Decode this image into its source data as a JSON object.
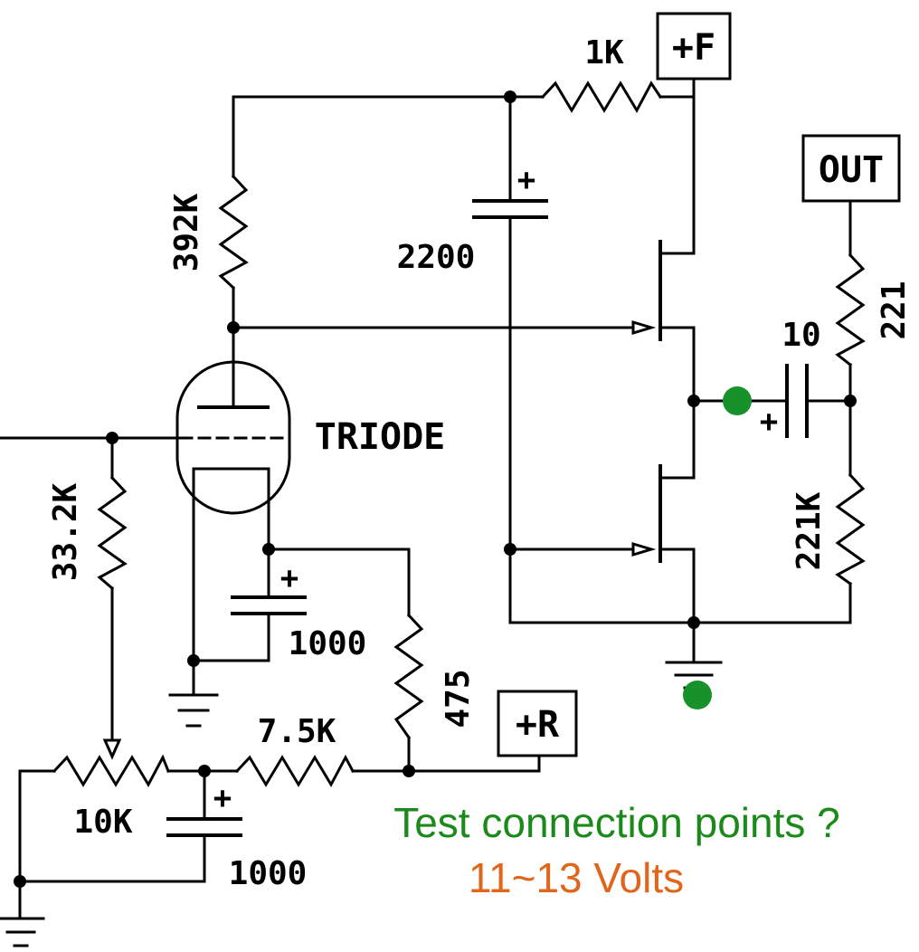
{
  "terminals": {
    "plus_f": "+F",
    "out": "OUT",
    "plus_r": "+R"
  },
  "components": {
    "r_1k": "1K",
    "r_392k": "392K",
    "c_2200": "2200",
    "c_2200_polarity": "+",
    "tube_label": "TRIODE",
    "c_10": "10",
    "c_10_polarity": "+",
    "r_221": "221",
    "r_221k": "221K",
    "r_33_2k": "33.2K",
    "c_1000_cathode": "1000",
    "c_1000_cathode_polarity": "+",
    "r_475": "475",
    "r_7_5k": "7.5K",
    "pot_10k": "10K",
    "c_1000_filter": "1000",
    "c_1000_filter_polarity": "+"
  },
  "annotations": {
    "question": "Test connection points ?",
    "voltage": "11~13 Volts",
    "colors": {
      "test_point": "#17912a",
      "question_text": "#1b8a1b",
      "voltage_text": "#e0661c"
    }
  }
}
